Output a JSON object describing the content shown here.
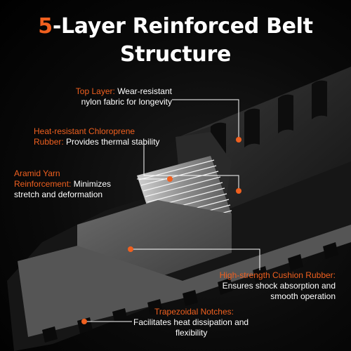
{
  "title": {
    "number": "5",
    "rest_line1": "-Layer Reinforced Belt",
    "line2": "Structure"
  },
  "colors": {
    "accent": "#f0601f",
    "background": "#000000",
    "text": "#ffffff"
  },
  "layers": [
    {
      "name": "Top Layer:",
      "desc_a": "Wear-resistant",
      "desc_b": "nylon fabric for longevity"
    },
    {
      "name_a": "Heat-resistant Chloroprene",
      "name_b": "Rubber:",
      "desc": "Provides thermal stability"
    },
    {
      "name_a": "Aramid Yarn",
      "name_b": "Reinforcement:",
      "desc_a": "Minimizes",
      "desc_b": "stretch and deformation"
    },
    {
      "name": "High-strength Cushion Rubber:",
      "desc_a": "Ensures shock absorption and",
      "desc_b": "smooth operation"
    },
    {
      "name": "Trapezoidal Notches:",
      "desc_a": "Facilitates heat dissipation and",
      "desc_b": "flexibility"
    }
  ]
}
